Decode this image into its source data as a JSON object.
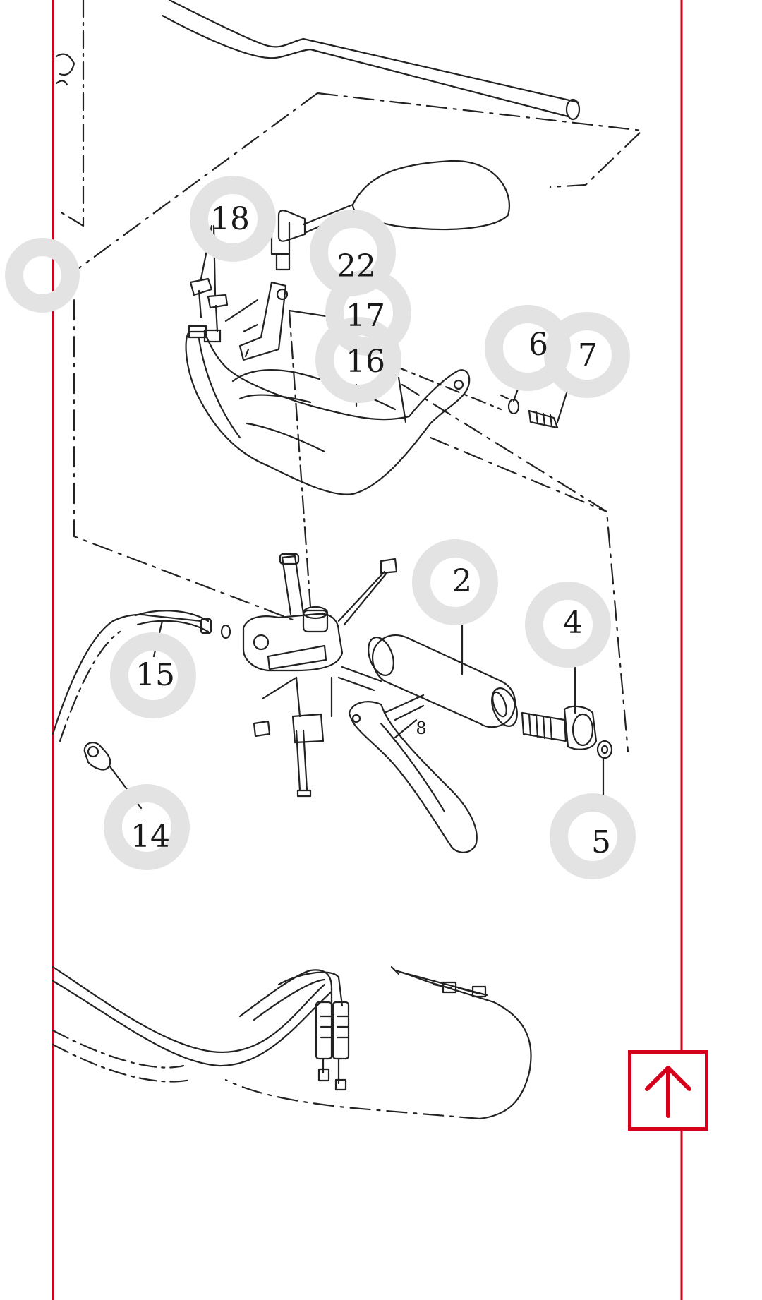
{
  "callouts": [
    {
      "id": "c18",
      "label": "18"
    },
    {
      "id": "c22",
      "label": "22"
    },
    {
      "id": "c17",
      "label": "17"
    },
    {
      "id": "c16",
      "label": "16"
    },
    {
      "id": "c6",
      "label": "6"
    },
    {
      "id": "c7",
      "label": "7"
    },
    {
      "id": "c2",
      "label": "2"
    },
    {
      "id": "c4",
      "label": "4"
    },
    {
      "id": "c15",
      "label": "15"
    },
    {
      "id": "c14",
      "label": "14"
    },
    {
      "id": "c5",
      "label": "5"
    }
  ],
  "small_label": "8",
  "scroll_top_button": {
    "icon": "arrow-up-icon"
  },
  "colors": {
    "accent": "#d6001c",
    "callout_ring": "#e3e3e3",
    "line": "#222222"
  }
}
